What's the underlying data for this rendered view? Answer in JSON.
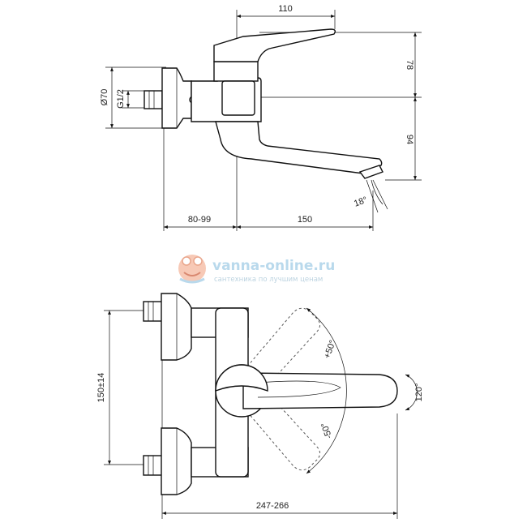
{
  "watermark": {
    "site": "vanna-online.ru",
    "tagline": "сантехника по лучшим ценам"
  },
  "side_view": {
    "dim_top": "110",
    "dim_right_upper": "78",
    "dim_right_lower": "94",
    "dim_bottom_left": "80-99",
    "dim_bottom_right": "150",
    "dim_diameter": "Ø70",
    "dim_thread": "G1/2",
    "dim_angle": "18°"
  },
  "front_view": {
    "dim_height": "150±14",
    "dim_width": "247-266",
    "angle_up": "+50°",
    "angle_down": "-50°",
    "angle_rotation": "120°"
  }
}
